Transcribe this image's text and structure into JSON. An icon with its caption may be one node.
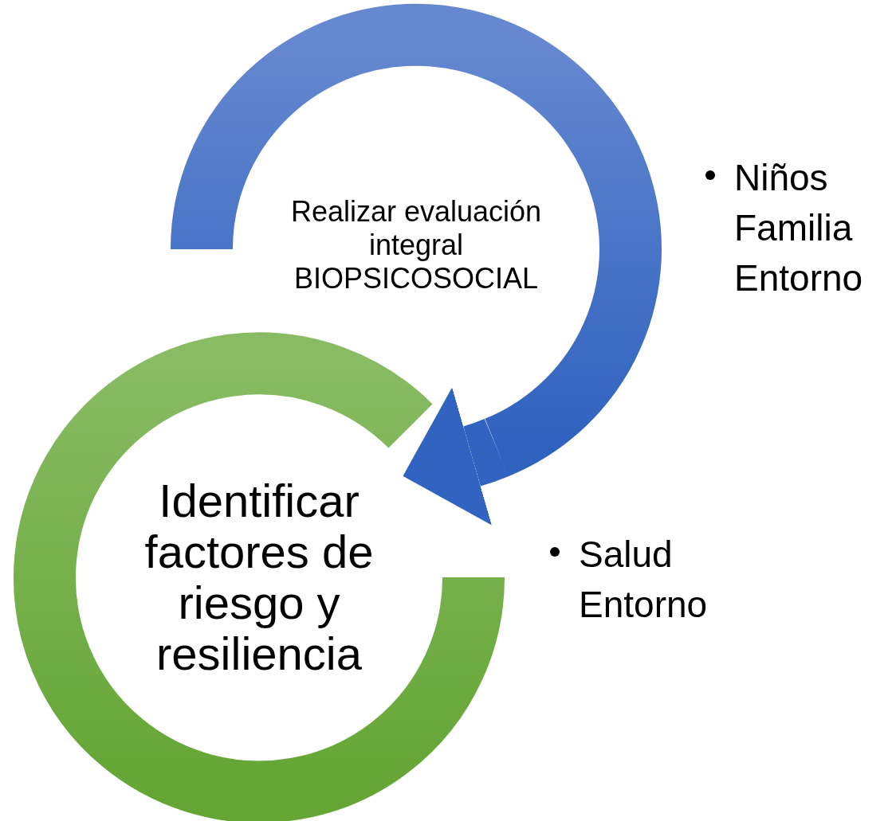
{
  "diagram": {
    "nodes": [
      {
        "text": [
          "Realizar evaluación integral BIOPSICOSOCIAL"
        ],
        "beside": [
          "Niños Familia Entorno"
        ]
      },
      {
        "text": [
          "Identificar factores de riesgo y resiliencia"
        ],
        "beside": [
          "Salud Entorno"
        ]
      }
    ],
    "edges": [
      {
        "from": 0,
        "to": 1,
        "arrow": "to"
      }
    ]
  }
}
